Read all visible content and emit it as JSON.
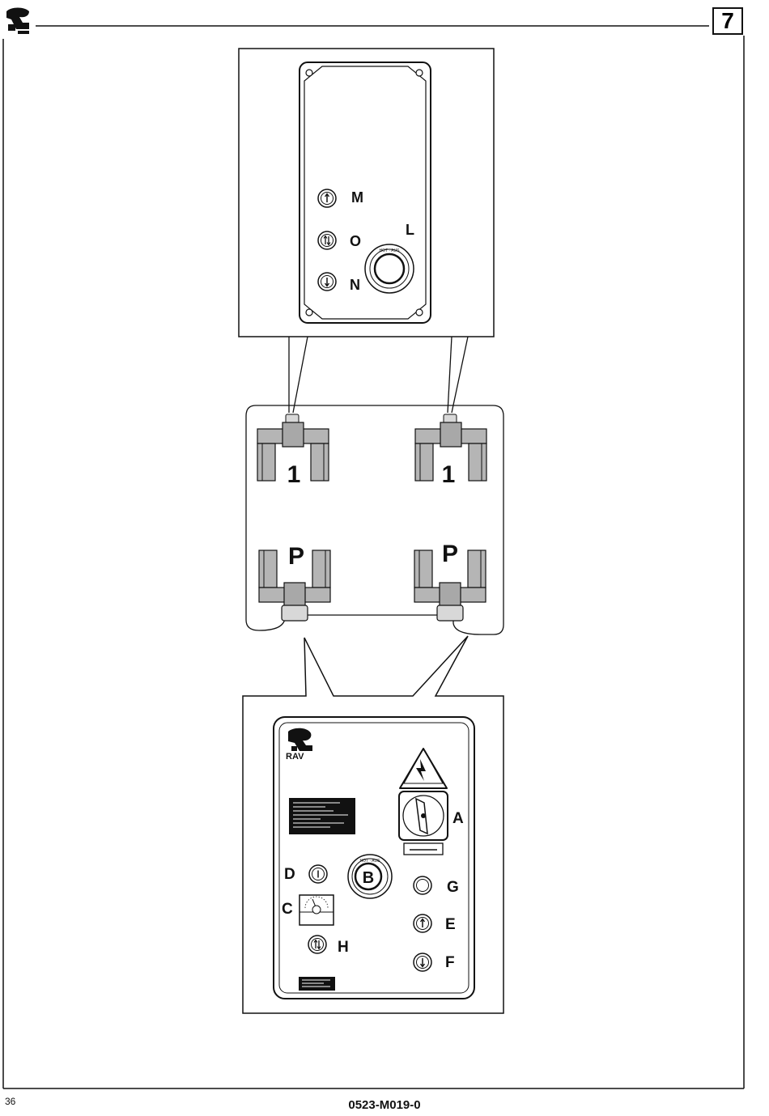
{
  "header": {
    "figure_number": "7"
  },
  "footer": {
    "page_number": "36",
    "doc_code": "0523-M019-0"
  },
  "top_panel": {
    "labels": {
      "m": "M",
      "o": "O",
      "n": "N",
      "l": "L"
    },
    "stop_button_text": "HOT · AUS"
  },
  "columns": {
    "front_label": "1",
    "rear_label": "P"
  },
  "main_panel": {
    "logo_text": "RAV",
    "labels": {
      "a": "A",
      "b": "B",
      "c": "C",
      "d": "D",
      "e": "E",
      "f": "F",
      "g": "G",
      "h": "H"
    },
    "stop_button_text": "HOT · AUS"
  },
  "icons": [
    "brand-logo-icon",
    "up-arrow-icon",
    "up-down-arrow-icon",
    "down-arrow-icon",
    "high-voltage-icon",
    "main-switch-icon",
    "gauge-icon",
    "power-lamp-icon"
  ],
  "colors": {
    "line": "#111111",
    "column_fill": "#b5b5b5",
    "button_fill": "#ffffff",
    "label_plate": "#111111"
  }
}
